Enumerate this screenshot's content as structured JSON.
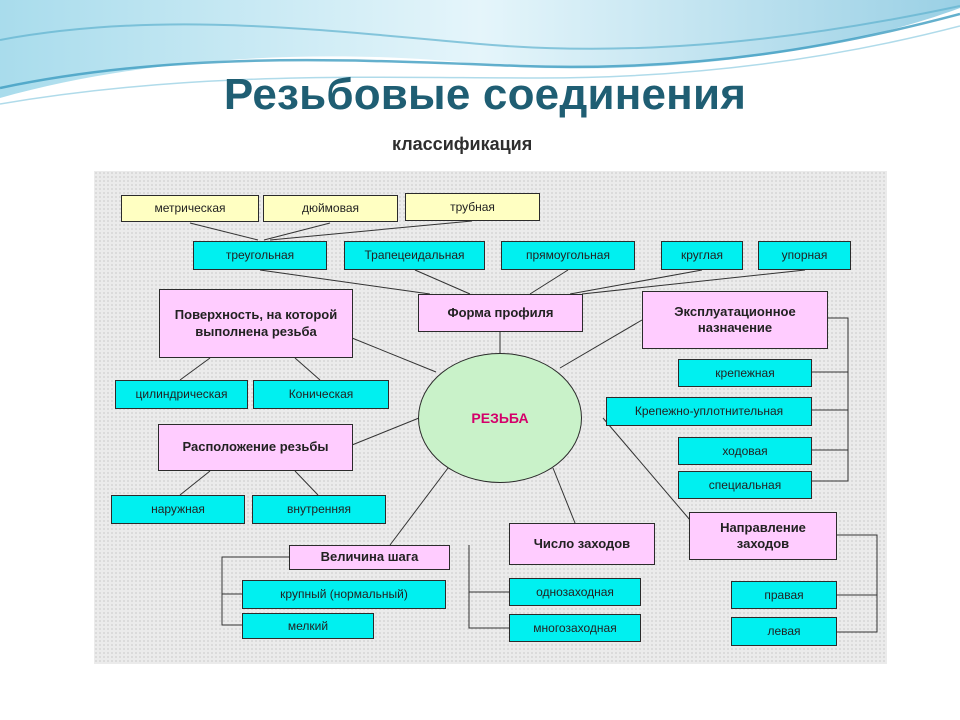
{
  "slide": {
    "title": "Резьбовые соединения",
    "subtitle": "классификация"
  },
  "diagram": {
    "center": "РЕЗЬБА",
    "profile": {
      "heading": "Форма профиля",
      "types": [
        "треугольная",
        "Трапецеидальная",
        "прямоугольная",
        "круглая",
        "упорная"
      ],
      "triangular_kinds": [
        "метрическая",
        "дюймовая",
        "трубная"
      ]
    },
    "surface": {
      "heading": "Поверхность, на которой выполнена резьба",
      "kinds": [
        "цилиндрическая",
        "Коническая"
      ]
    },
    "location": {
      "heading": "Расположение резьбы",
      "kinds": [
        "наружная",
        "внутренняя"
      ]
    },
    "purpose": {
      "heading": "Эксплуатационное назначение",
      "kinds": [
        "крепежная",
        "Крепежно-уплотнительная",
        "ходовая",
        "специальная"
      ]
    },
    "pitch": {
      "heading": "Величина шага",
      "kinds": [
        "крупный (нормальный)",
        "мелкий"
      ]
    },
    "starts": {
      "heading": "Число заходов",
      "kinds": [
        "однозаходная",
        "многозаходная"
      ]
    },
    "direction": {
      "heading": "Направление заходов",
      "kinds": [
        "правая",
        "левая"
      ]
    }
  },
  "colors": {
    "title": "#1f5e73",
    "pink_box": "#ffccff",
    "cyan_box": "#00f0f0",
    "yellow_box": "#ffffc2",
    "core_fill": "#c9f2c9",
    "core_text": "#d4006a"
  }
}
